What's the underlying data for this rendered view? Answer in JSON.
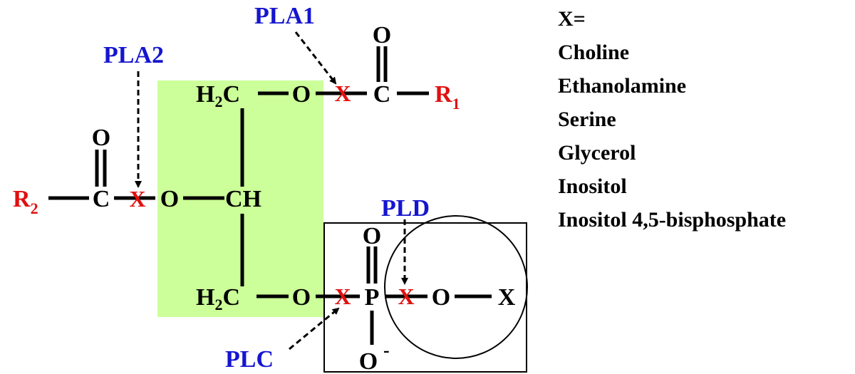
{
  "colors": {
    "glycerol_highlight": "#ccff99",
    "enzyme_label": "#1515d0",
    "r_group": "#e01010",
    "cleavage_mark": "#e01010",
    "bond": "#000000"
  },
  "atoms": {
    "carbonyl_o1": "O",
    "carbonyl_c1": "C",
    "ester_o1": "O",
    "h2c_top_h": "H",
    "h2c_top_sub": "2",
    "h2c_top_c": "C",
    "ch": "CH",
    "ester_o2": "O",
    "carbonyl_c2": "C",
    "carbonyl_o2": "O",
    "h2c_bot_h": "H",
    "h2c_bot_sub": "2",
    "h2c_bot_c": "C",
    "phos_o_glycerol": "O",
    "phosphorus": "P",
    "phos_o_double": "O",
    "phos_o_minus": "O",
    "phos_o_minus_charge": "-",
    "head_o": "O",
    "head_x": "X"
  },
  "r_groups": {
    "r1_main": "R",
    "r1_sub": "1",
    "r2_main": "R",
    "r2_sub": "2"
  },
  "enzymes": {
    "pla1": "PLA1",
    "pla2": "PLA2",
    "plc": "PLC",
    "pld": "PLD"
  },
  "cleavage_mark": "X",
  "legend": {
    "header": "X=",
    "items": [
      "Choline",
      "Ethanolamine",
      "Serine",
      "Glycerol",
      "Inositol",
      "Inositol 4,5-bisphosphate"
    ]
  }
}
